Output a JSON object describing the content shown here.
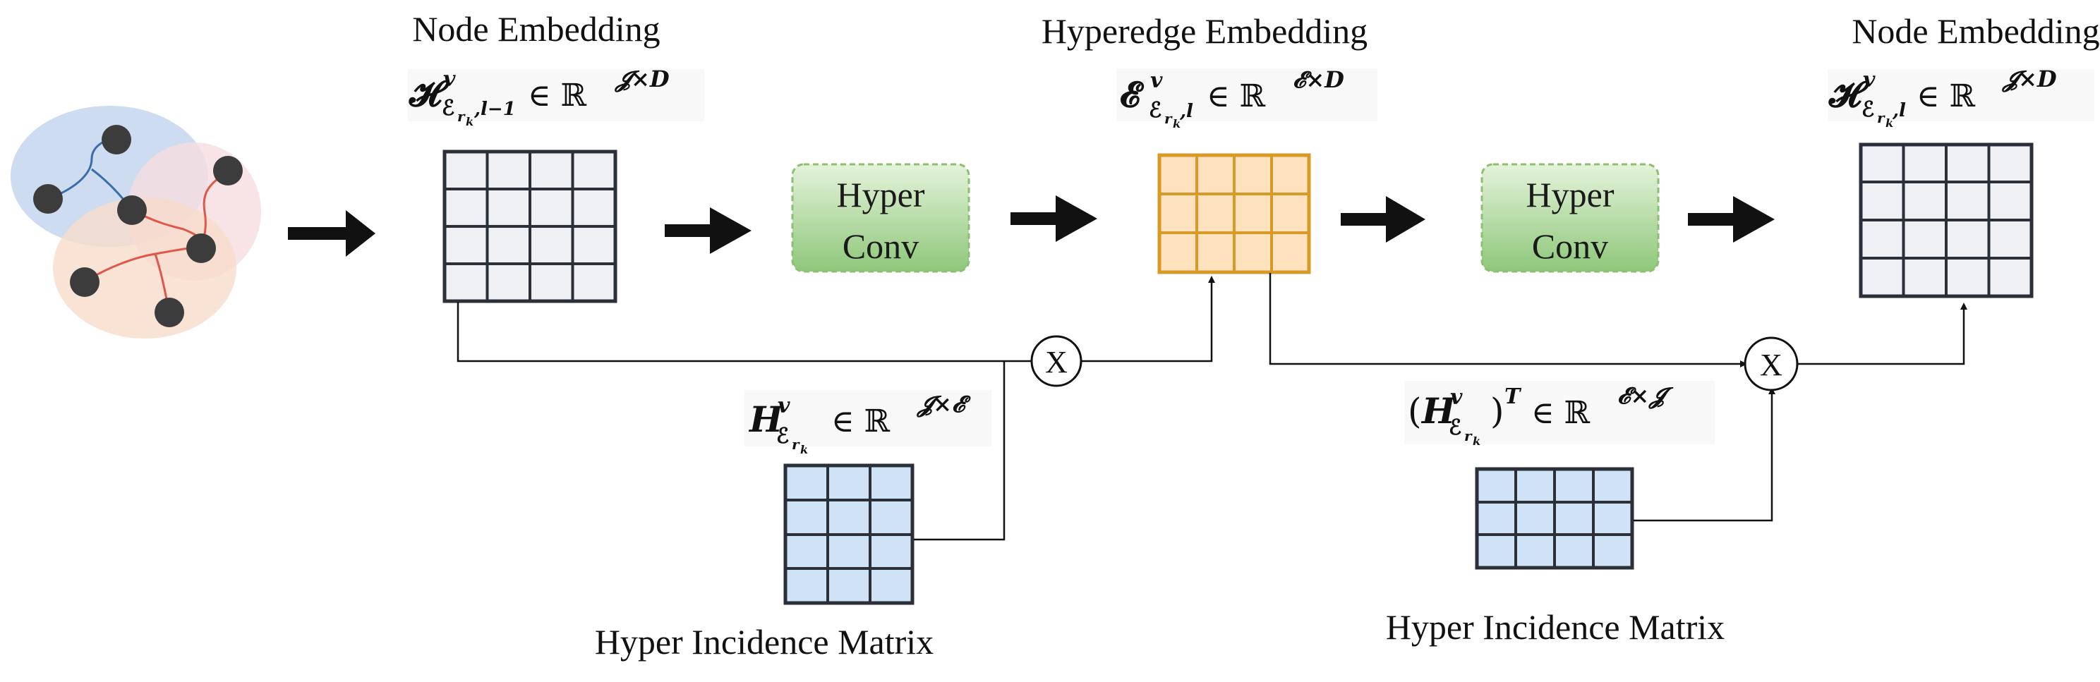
{
  "labels": {
    "node_embedding_left": "Node Embedding",
    "hyperedge_embedding": "Hyperedge Embedding",
    "node_embedding_right": "Node Embedding",
    "incidence_left": "Hyper Incidence Matrix",
    "incidence_right": "Hyper Incidence Matrix"
  },
  "hyperconv": [
    {
      "line1": "Hyper",
      "line2": "Conv"
    },
    {
      "line1": "Hyper",
      "line2": "Conv"
    }
  ],
  "operators": {
    "multiply_left": "X",
    "multiply_right": "X"
  },
  "formulas": {
    "node_in": {
      "main": "𝓗",
      "sup": "v",
      "sub": "ℰ",
      "subsub": "r",
      "subsubsub": "k",
      "sub_tail": ",l−1",
      "in": "∈ ℝ",
      "dim": "𝓙×D"
    },
    "edge": {
      "main": "𝓔",
      "sup": "v",
      "sub": "ℰ",
      "subsub": "r",
      "subsubsub": "k",
      "sub_tail": ",l",
      "in": "∈ ℝ",
      "dim": "𝓔×D"
    },
    "node_out": {
      "main": "𝓗",
      "sup": "v",
      "sub": "ℰ",
      "subsub": "r",
      "subsubsub": "k",
      "sub_tail": ",l",
      "in": "∈ ℝ",
      "dim": "𝓙×D"
    },
    "inc_left": {
      "main": "H",
      "sup": "v",
      "sub": "ℰ",
      "subsub": "r",
      "subsubsub": "k",
      "in": "∈ ℝ",
      "dim": "𝓙×𝓔"
    },
    "inc_right": {
      "open": "(",
      "main": "H",
      "sup": "v",
      "sub": "ℰ",
      "subsub": "r",
      "subsubsub": "k",
      "close": ")",
      "transpose": "T",
      "in": "∈ ℝ",
      "dim": "𝓔×𝓙"
    }
  },
  "colors": {
    "node_matrix_fill": "#eff0f3",
    "node_matrix_stroke": "#2b2f38",
    "edge_matrix_fill": "#fde2bd",
    "edge_matrix_stroke": "#d79a26",
    "incidence_fill": "#cfe2f6",
    "incidence_stroke": "#2b2f38",
    "hyperconv_fill_top": "#dcefd0",
    "hyperconv_fill_bottom": "#8cc778",
    "hyperconv_stroke": "#8cbf72",
    "arrow": "#111111",
    "graph_node": "#3c3c3c",
    "hyperedge_blue": "#c6d6ee",
    "hyperedge_pink": "#f6dde0",
    "hyperedge_orange": "#f7dccb",
    "edge_blue": "#3b6dab",
    "edge_red": "#e0574a"
  }
}
